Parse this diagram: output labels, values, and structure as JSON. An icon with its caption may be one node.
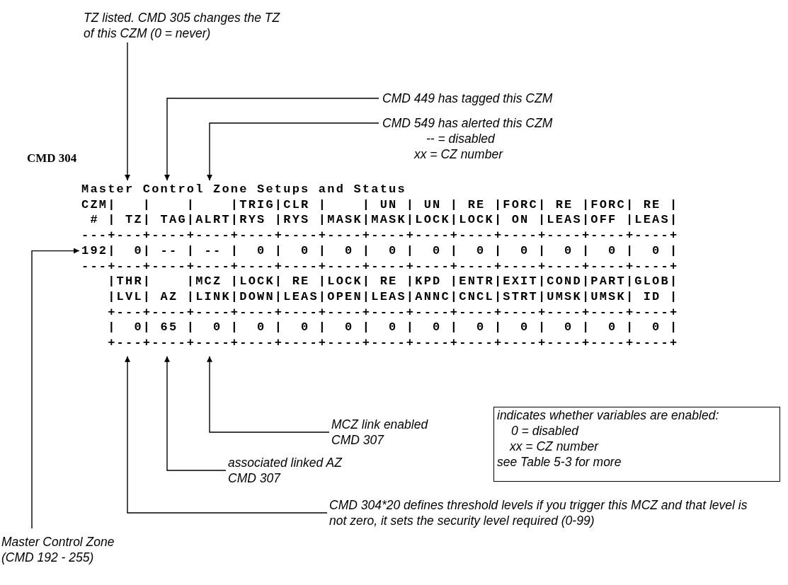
{
  "diagram": {
    "nodes": [
      {
        "text": [
          "TZ listed. CMD 305 changes the TZ of this CZM (0 = never)"
        ]
      },
      {
        "text": [
          "CMD 449 has tagged this CZM"
        ]
      },
      {
        "text": [
          "CMD 549 has alerted this CZM",
          "-- = disabled",
          "xx = CZ number"
        ]
      },
      {
        "text": [
          "MCZ link enabled CMD 307"
        ]
      },
      {
        "text": [
          "indicates whether variables are enabled:",
          "0 = disabled",
          "xx = CZ number",
          "see Table 5-3 for more"
        ]
      },
      {
        "text": [
          "associated linked AZ CMD 307"
        ]
      },
      {
        "text": [
          "CMD 304*20 defines threshold levels if you trigger this MCZ and that level is not zero, it sets the security level required (0-99)"
        ]
      },
      {
        "text": [
          "Master Control Zone (CMD 192 - 255)"
        ]
      },
      {
        "text": [
          "Master Control Zone Setups and Status",
          "CZM|   |    |    |TRIG|CLR |    | UN | UN | RE |FORC| RE |FORC| RE |",
          " # | TZ| TAG|ALRT|RYS |RYS |MASK|MASK|LOCK|LOCK| ON |LEAS|OFF |LEAS|",
          "---+---+----+----+----+----+----+----+----+----+----+----+----+----+",
          "192|  0| -- | -- |  0 |  0 |  0 |  0 |  0 |  0 |  0 |  0 |  0 |  0 |",
          "---+---+----+----+----+----+----+----+----+----+----+----+----+----+",
          "   |THR|    |MCZ |LOCK| RE |LOCK| RE |KPD |ENTR|EXIT|COND|PART|GLOB|",
          "   |LVL| AZ |LINK|DOWN|LEAS|OPEN|LEAS|ANNC|CNCL|STRT|UMSK|UMSK| ID |",
          "   +---+----+----+----+----+----+----+----+----+----+----+----+----+",
          "   |  0| 65 |  0 |  0 |  0 |  0 |  0 |  0 |  0 |  0 |  0 |  0 |  0 |",
          "   +---+----+----+----+----+----+----+----+----+----+----+----+----+"
        ]
      }
    ],
    "edges": [
      {
        "from": 0,
        "to": 8,
        "arrow": "to"
      },
      {
        "from": 1,
        "to": 8,
        "arrow": "to"
      },
      {
        "from": 2,
        "to": 8,
        "arrow": "to"
      },
      {
        "from": 3,
        "to": 8,
        "arrow": "to"
      },
      {
        "from": 5,
        "to": 8,
        "arrow": "to"
      },
      {
        "from": 6,
        "to": 8,
        "arrow": "to"
      },
      {
        "from": 7,
        "to": 8,
        "arrow": "to"
      }
    ],
    "labels": [
      "CMD 304"
    ]
  }
}
